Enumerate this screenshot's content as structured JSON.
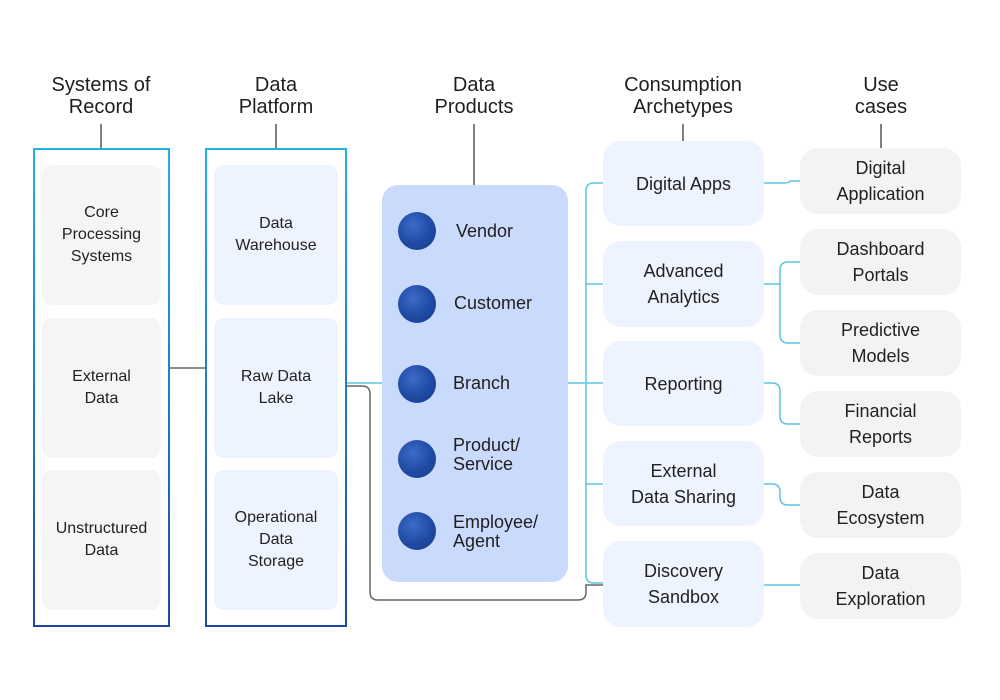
{
  "columns": {
    "systems_of_record": "Systems of\nRecord",
    "data_platform": "Data\nPlatform",
    "data_products": "Data\nProducts",
    "consumption_archetypes": "Consumption\nArchetypes",
    "use_cases": "Use\ncases"
  },
  "systems_of_record": [
    "Core\nProcessing\nSystems",
    "External\nData",
    "Unstructured\nData"
  ],
  "data_platform": [
    "Data\nWarehouse",
    "Raw Data\nLake",
    "Operational\nData\nStorage"
  ],
  "data_products": [
    "Vendor",
    "Customer",
    "Branch",
    "Product/\nService",
    "Employee/\nAgent"
  ],
  "consumption_archetypes": [
    "Digital Apps",
    "Advanced\nAnalytics",
    "Reporting",
    "External\nData Sharing",
    "Discovery\nSandbox"
  ],
  "use_cases": [
    "Digital\nApplication",
    "Dashboard\nPortals",
    "Predictive\nModels",
    "Financial\nReports",
    "Data\nEcosystem",
    "Data\nExploration"
  ],
  "colors": {
    "frame_top": "#24b3de",
    "frame_bottom": "#1c47a8",
    "connector_teal": "#5ec3de",
    "connector_gray": "#666666",
    "products_bg": "#c9dafc",
    "product_icon": "#1f4aa3"
  },
  "icons": {
    "product_item": "circle-globe-icon"
  }
}
